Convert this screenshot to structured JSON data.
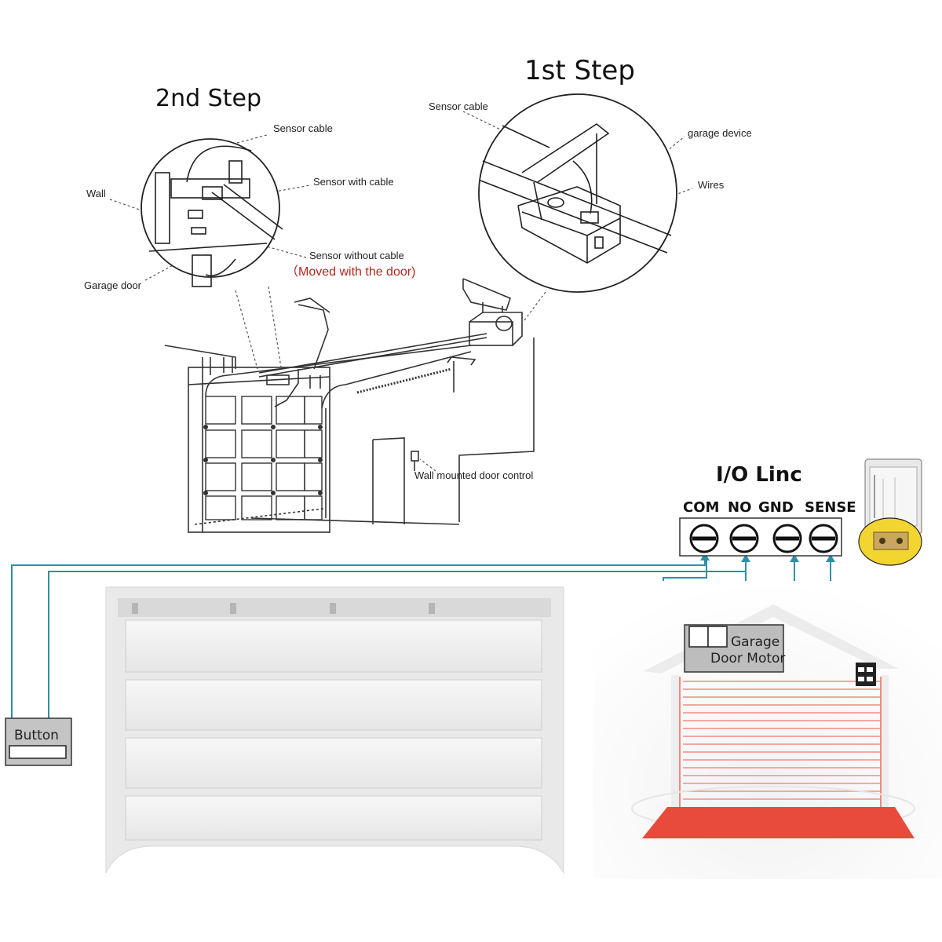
{
  "steps": {
    "first": "1st Step",
    "second": "2nd Step"
  },
  "callouts": {
    "sensor_cable_left": "Sensor cable",
    "wall": "Wall",
    "sensor_with_cable": "Sensor with cable",
    "sensor_without_cable": "Sensor without cable",
    "moved_with_door": "（Moved with the door)",
    "garage_door": "Garage door",
    "sensor_cable_right": "Sensor cable",
    "garage_device": "garage device",
    "wires": "Wires",
    "wall_control": "Wall mounted door control"
  },
  "io_linc": {
    "title": "I/O Linc",
    "terminals": [
      "COM",
      "NO",
      "GND",
      "SENSE"
    ]
  },
  "boxes": {
    "button": "Button",
    "motor_line1": "Garage",
    "motor_line2": "Door Motor"
  },
  "colors": {
    "wire": "#2f8fa8",
    "warning_text": "#b3261e",
    "device_highlight": "#f3d531",
    "sensor_beam": "#f4a7a0",
    "floor_red": "#e84b3c"
  }
}
